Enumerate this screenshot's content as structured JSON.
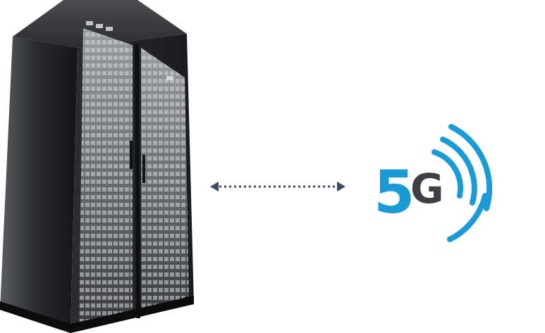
{
  "diagram": {
    "nodes": [
      {
        "id": "server-rack",
        "icon": "server-rack-icon"
      },
      {
        "id": "5g",
        "icon": "5g-signal-icon",
        "logo_text": {
          "digit": "5",
          "letter": "G"
        }
      }
    ],
    "edges": [
      {
        "from": "server-rack",
        "to": "5g",
        "style": "dotted",
        "direction": "bidirectional"
      }
    ]
  },
  "colors": {
    "accent_blue": "#1a9ad6",
    "logo_dark": "#3f3f46",
    "arrow": "#3d4a63",
    "rack_body": "#1d1f23",
    "rack_panel": "#6f7276"
  }
}
